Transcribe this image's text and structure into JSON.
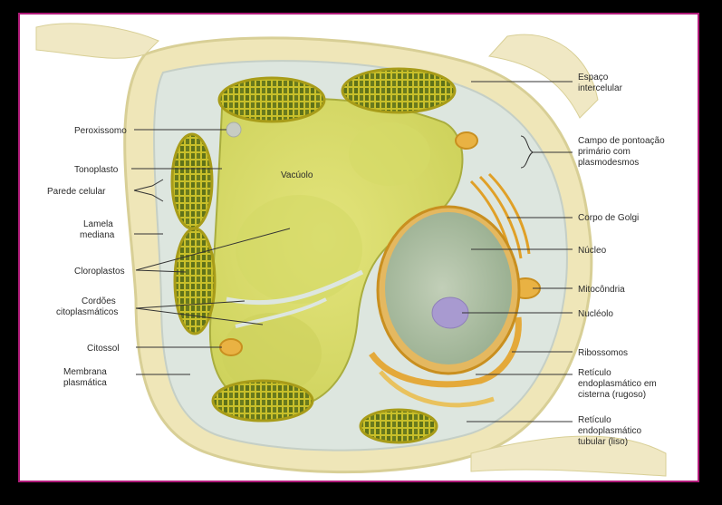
{
  "labels_left": {
    "peroxissomo": "Peroxissomo",
    "tonoplasto": "Tonoplasto",
    "parede_celular": "Parede celular",
    "lamela_1": "Lamela",
    "lamela_2": "mediana",
    "cloroplastos": "Cloroplastos",
    "cordoes_1": "Cordões",
    "cordoes_2": "citoplasmáticos",
    "citossol": "Citossol",
    "membrana_1": "Membrana",
    "membrana_2": "plasmática"
  },
  "labels_right": {
    "espaco_1": "Espaço",
    "espaco_2": "intercelular",
    "campo_1": "Campo de pontoação",
    "campo_2": "primário com",
    "campo_3": "plasmodesmos",
    "golgi": "Corpo de Golgi",
    "nucleo": "Núcleo",
    "mitocondria": "Mitocôndria",
    "nucleolo": "Nucléolo",
    "ribossomos": "Ribossomos",
    "rer_1": "Retículo",
    "rer_2": "endoplasmático em",
    "rer_3": "cisterna (rugoso)",
    "ser_1": "Retículo",
    "ser_2": "endoplasmático",
    "ser_3": "tubular (liso)"
  },
  "vacuole_label": "Vacúolo",
  "colors": {
    "background": "#000000",
    "panel": "#ffffff",
    "border": "#b01b79",
    "cell_wall": "#efe6b8",
    "vacuole": "#d9dc6f",
    "cytoplasm": "#dde6df",
    "chloroplast": "#b9b020",
    "nucleus": "#aebfa5",
    "nucleolus": "#a89ad0",
    "golgi": "#e6a52b"
  }
}
